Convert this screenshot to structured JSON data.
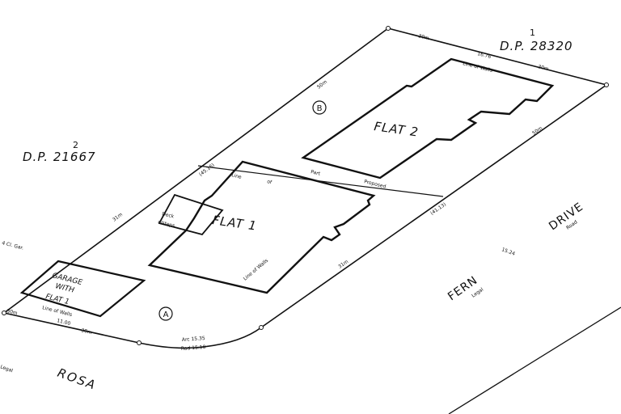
{
  "lots": {
    "top_lot_number": "1",
    "top_lot_dp": "D.P. 28320",
    "left_lot_number": "2",
    "left_lot_dp": "D.P. 21667",
    "unit_a": "A",
    "unit_b": "B"
  },
  "buildings": {
    "flat1": "FLAT 1",
    "flat2": "FLAT 2",
    "garage_line1": "GARAGE",
    "garage_line2": "WITH",
    "garage_line3": "FLAT 1",
    "deck": "Deck",
    "deck_sub": "c/steps"
  },
  "annotations": {
    "line_of_part_proposed_1": "Line",
    "line_of_part_proposed_2": "of",
    "line_of_part_proposed_3": "Part",
    "line_of_part_proposed_4": "Proposed",
    "line_of_walls_flat1": "Line of Walls",
    "line_of_walls_flat2": "Line of Walls",
    "line_of_walls_garage": "Line of Walls",
    "cl_garage": "4 Cl. Gar.",
    "dim_left_side": "(45.16)",
    "dim_right_side": "(41.13)",
    "dim_31m_left": "31m",
    "dim_31m_right": "31m",
    "dim_50_top": "50m",
    "dim_50_right": "50m",
    "dim_top_1": "30m",
    "dim_top_2": "16.76",
    "dim_top_3": "30m",
    "dim_bottom_1": "30m",
    "dim_bottom_2": "11.00",
    "dim_bottom_3": "30m",
    "arc_1": "Arc 15.35",
    "arc_2": "Rad 15.10",
    "road_width": "15.24"
  },
  "roads": {
    "rosa": "ROSA",
    "rosa_legal": "Legal",
    "fern": "FERN",
    "fern_legal": "Legal",
    "drive": "DRIVE",
    "drive_road": "Road"
  }
}
